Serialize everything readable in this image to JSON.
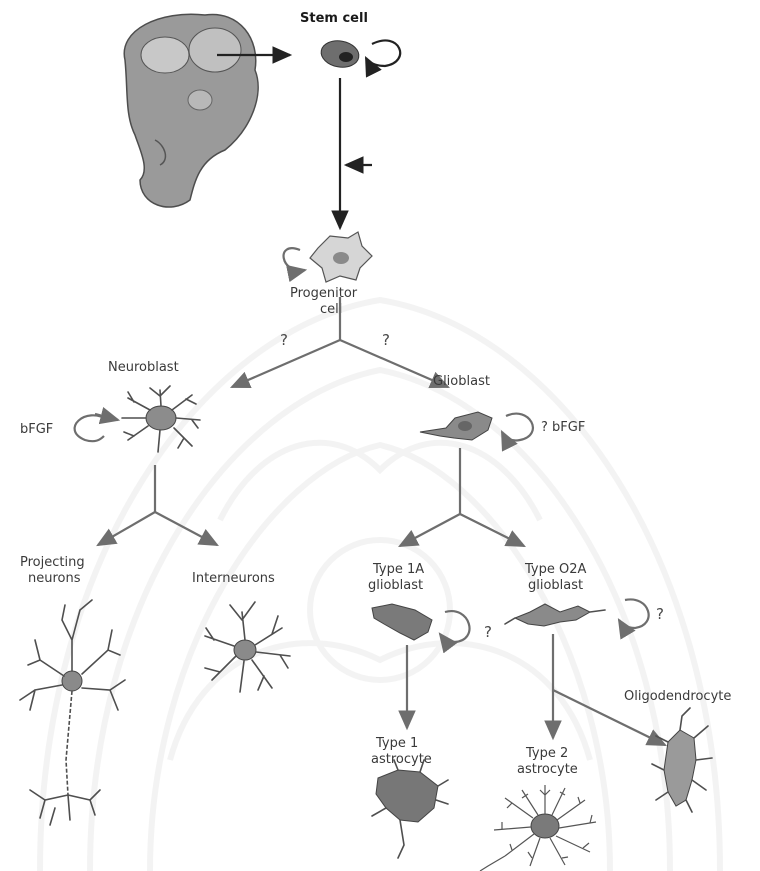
{
  "labels": {
    "stem_cell": "Stem cell",
    "progenitor_line1": "Progenitor",
    "progenitor_line2": "cell",
    "neuroblast": "Neuroblast",
    "glioblast": "Glioblast",
    "bfgf_left": "bFGF",
    "bfgf_right": "? bFGF",
    "q_left": "?",
    "q_right": "?",
    "projecting_line1": "Projecting",
    "projecting_line2": "neurons",
    "interneurons": "Interneurons",
    "type1a_line1": "Type 1A",
    "type1a_line2": "glioblast",
    "typeo2a_line1": "Type O2A",
    "typeo2a_line2": "glioblast",
    "q_type1a": "?",
    "q_typeo2a": "?",
    "oligodendrocyte": "Oligodendrocyte",
    "type1_astro_line1": "Type 1",
    "type1_astro_line2": "astrocyte",
    "type2_astro_line1": "Type 2",
    "type2_astro_line2": "astrocyte"
  }
}
